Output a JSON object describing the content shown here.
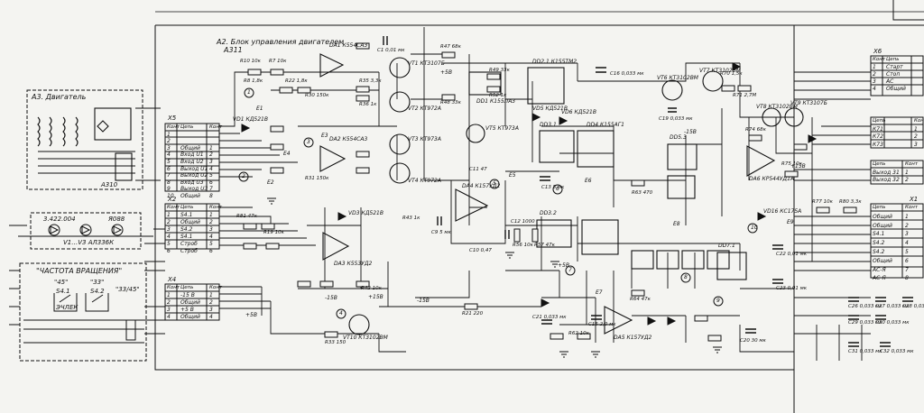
{
  "blocks": {
    "main_title": "А2. Блок управления двигателем",
    "main_ref": "А311",
    "motor_title": "А3. Двигатель",
    "motor_ref": "А310",
    "leds_part": "3.422.004",
    "leds_ref": "Я088",
    "leds_list": "V1…V3  АЛ336К",
    "speed_title": "\"ЧАСТОТА ВРАЩЕНИЯ\"",
    "speed_45": "\"45\"",
    "speed_33": "\"33\"",
    "speed_33_45": "\"33/45\"",
    "switch1": "S4.1",
    "switch2": "S4.2",
    "switch_type": "ЭЧЛЕК"
  },
  "connectors": {
    "x5": {
      "ref": "X5",
      "header": [
        "Конт",
        "Цепь",
        "Конт"
      ],
      "rows": [
        [
          "1",
          "",
          ""
        ],
        [
          "2",
          "",
          ""
        ],
        [
          "3",
          "Общий",
          "1"
        ],
        [
          "4",
          "Вход U1",
          "2"
        ],
        [
          "5",
          "Вход U2",
          "3"
        ],
        [
          "6",
          "Выход U1",
          "4"
        ],
        [
          "7",
          "Выход U2",
          "5"
        ],
        [
          "8",
          "Вход U3",
          "6"
        ],
        [
          "9",
          "Выход U3",
          "7"
        ],
        [
          "10",
          "Общий",
          "8"
        ]
      ]
    },
    "x2": {
      "ref": "X2",
      "header": [
        "Конт",
        "Цепь",
        "Конт"
      ],
      "rows": [
        [
          "1",
          "S4.1",
          "1"
        ],
        [
          "2",
          "Общий",
          "2"
        ],
        [
          "3",
          "S4.2",
          "3"
        ],
        [
          "4",
          "S4.1",
          "4"
        ],
        [
          "5",
          "Строб",
          "5"
        ],
        [
          "6",
          "Строб",
          "6"
        ]
      ]
    },
    "x4": {
      "ref": "X4",
      "header": [
        "Конт",
        "Цепь",
        "Конт"
      ],
      "rows": [
        [
          "1",
          "-15 В",
          "1"
        ],
        [
          "2",
          "Общий",
          "2"
        ],
        [
          "3",
          "+5 В",
          "3"
        ],
        [
          "4",
          "Общий",
          "4"
        ]
      ]
    },
    "x6": {
      "ref": "X6",
      "header": [
        "Конт",
        "Цепь"
      ],
      "rows": [
        [
          "1",
          "Старт"
        ],
        [
          "2",
          "Стоп"
        ],
        [
          "3",
          "АС"
        ],
        [
          "4",
          "Общий"
        ]
      ]
    },
    "x7b": {
      "header": [
        "Цепь",
        "Конт"
      ],
      "rows": [
        [
          "К71",
          "1"
        ],
        [
          "К72",
          "2"
        ],
        [
          "К73",
          "3"
        ]
      ]
    },
    "x8": {
      "header": [
        "Цепь",
        "Конт"
      ],
      "rows": [
        [
          "Выход 31",
          "1"
        ],
        [
          "Выход 32",
          "2"
        ]
      ]
    },
    "x1": {
      "ref": "X1",
      "header": [
        "Цепь",
        "Конт"
      ],
      "rows": [
        [
          "Общий",
          "1"
        ],
        [
          "Общий",
          "2"
        ],
        [
          "S4.1",
          "3"
        ],
        [
          "S4.2",
          "4"
        ],
        [
          "S4.2",
          "5"
        ],
        [
          "Общий",
          "6"
        ],
        [
          "АС-Я",
          "7"
        ],
        [
          "АС-Я",
          "8"
        ]
      ]
    }
  },
  "components": [
    {
      "ref": "DA1 К554СА3",
      "kind": "ic"
    },
    {
      "ref": "DA2 К554СА3",
      "kind": "ic"
    },
    {
      "ref": "DA3 К553УД2",
      "kind": "ic"
    },
    {
      "ref": "DA4 К157УД2",
      "kind": "ic"
    },
    {
      "ref": "DA5 К157УД2",
      "kind": "ic"
    },
    {
      "ref": "DA6 КР544УД1А",
      "kind": "ic"
    },
    {
      "ref": "DD1 К155ЛА3",
      "kind": "ic"
    },
    {
      "ref": "DD2.1 К155ТМ2",
      "kind": "ic"
    },
    {
      "ref": "DD3.1",
      "kind": "ic"
    },
    {
      "ref": "DD3.2",
      "kind": "ic"
    },
    {
      "ref": "DD4 К155АГ1",
      "kind": "ic"
    },
    {
      "ref": "DD5.3",
      "kind": "ic"
    },
    {
      "ref": "DD7.1",
      "kind": "ic"
    },
    {
      "ref": "VT1 КТ3107Б",
      "kind": "transistor"
    },
    {
      "ref": "VT2 КТ972А",
      "kind": "transistor"
    },
    {
      "ref": "VT3 КТ973А",
      "kind": "transistor"
    },
    {
      "ref": "VT4 КТ972А",
      "kind": "transistor"
    },
    {
      "ref": "VT5 КТ973А",
      "kind": "transistor"
    },
    {
      "ref": "VT6 КТ3102ВМ",
      "kind": "transistor"
    },
    {
      "ref": "VT7 КТ3102ВМ",
      "kind": "transistor"
    },
    {
      "ref": "VT8 КТ3102ВМ",
      "kind": "transistor"
    },
    {
      "ref": "VT9 КТ3107Б",
      "kind": "transistor"
    },
    {
      "ref": "VT10 КТ3102ВМ",
      "kind": "transistor"
    },
    {
      "ref": "VD1 КД521В",
      "kind": "diode"
    },
    {
      "ref": "VD3 КД521В",
      "kind": "diode"
    },
    {
      "ref": "VD5 КД521В",
      "kind": "diode"
    },
    {
      "ref": "VD6 КД521В",
      "kind": "diode"
    },
    {
      "ref": "VD16 КС175А",
      "kind": "diode"
    }
  ],
  "labels": {
    "r_values": [
      "R10 10к",
      "R7 10к",
      "R8 1,8к",
      "R22 1,8к",
      "R30 150к",
      "R31 150к",
      "R35 3,3к",
      "R36 1к",
      "R42 10к",
      "R43 1к",
      "R47 68к",
      "R48 33к",
      "R49 33к",
      "R52 1к",
      "R56 10к",
      "R57 47к",
      "R62 10к",
      "R63 470",
      "R64 47к",
      "R70 1,5к",
      "R71 2,7М",
      "R74 68к",
      "R75 10к",
      "R77 10к",
      "R80 3,3к",
      "R81 47к",
      "R33 150",
      "R21 220",
      "R19 10к"
    ],
    "c_values": [
      "C1 0,01 мк",
      "C9 5 мк",
      "C10 0,47",
      "C11 47",
      "C12 1000",
      "C13 5 мк",
      "C15 2,0 мк",
      "C16 0,033 мк",
      "C19 0,033 мк",
      "C21 0,033 мк",
      "C22 0,01 мк",
      "C23 0,01 мк",
      "C26 0,033 мк",
      "C27 0,033 мк",
      "C28 0,033 мк",
      "C29 0,033 мк",
      "C30 0,033 мк",
      "C31 0,033 мк",
      "C32 0,033 мк",
      "C20 30 мк"
    ],
    "rails": [
      "+5В",
      "-15В",
      "+15В",
      "+5В",
      "-15В",
      "+5В",
      "-15В",
      "+15В"
    ],
    "nodes": [
      "E1",
      "E2",
      "E3",
      "E4",
      "E5",
      "E6",
      "E7",
      "E8",
      "E9"
    ],
    "circles": [
      "1",
      "2",
      "3",
      "4",
      "5",
      "6",
      "7",
      "8",
      "9",
      "10"
    ]
  }
}
